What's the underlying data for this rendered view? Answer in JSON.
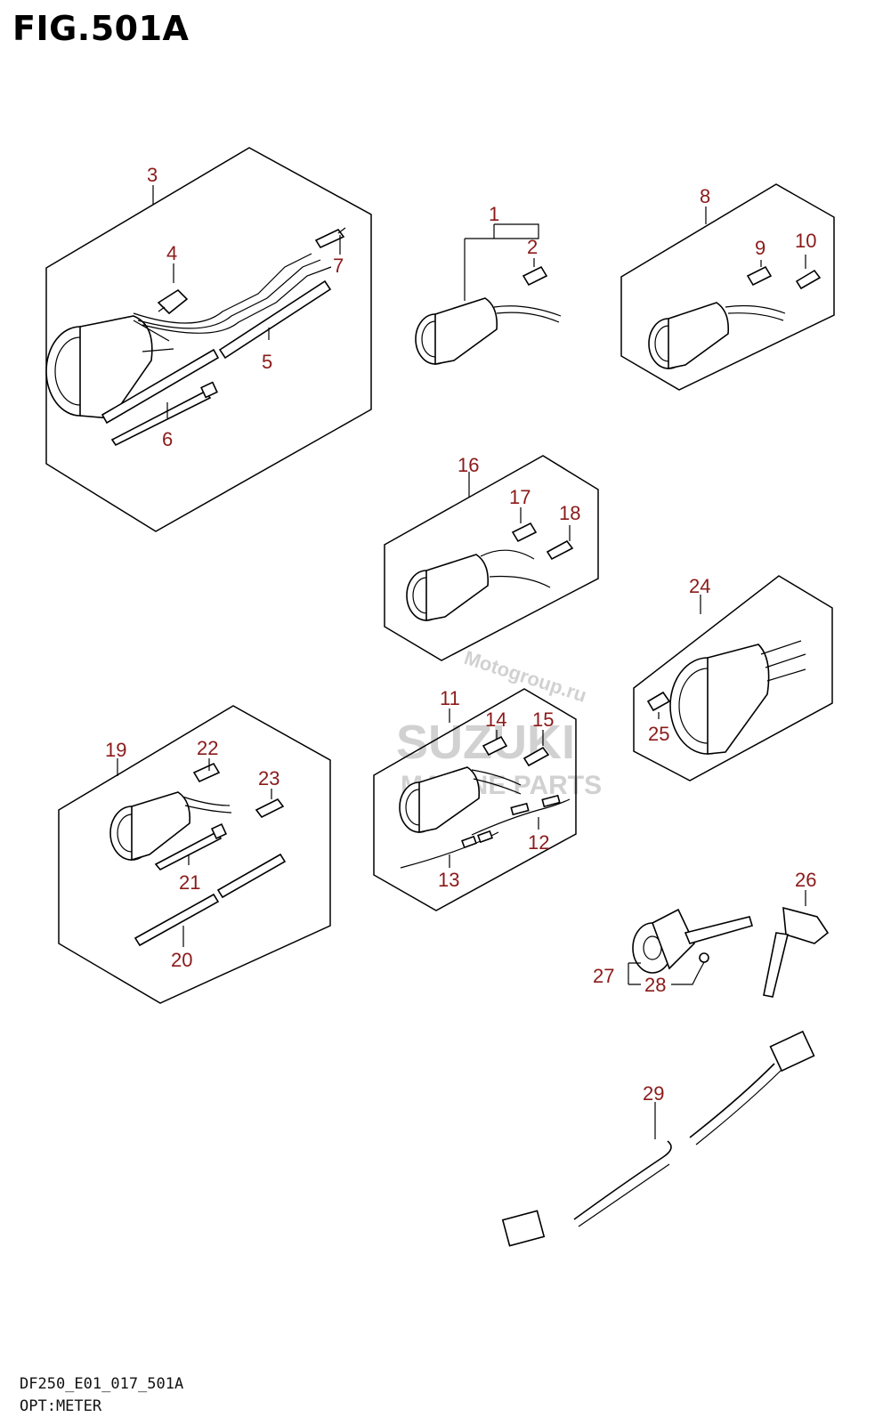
{
  "title": "FIG.501A",
  "footer": {
    "model_code": "DF250_E01_017_501A",
    "section": "OPT:METER"
  },
  "watermark": {
    "line1": "Motogroup.ru",
    "line2": "SUZUKI",
    "line3": "MARINE PARTS"
  },
  "callouts": [
    "1",
    "2",
    "3",
    "4",
    "5",
    "6",
    "7",
    "8",
    "9",
    "10",
    "11",
    "12",
    "13",
    "14",
    "15",
    "16",
    "17",
    "18",
    "19",
    "20",
    "21",
    "22",
    "23",
    "24",
    "25",
    "26",
    "27",
    "28",
    "29"
  ],
  "colors": {
    "callout": "#8b1a1a",
    "line": "#000000"
  }
}
